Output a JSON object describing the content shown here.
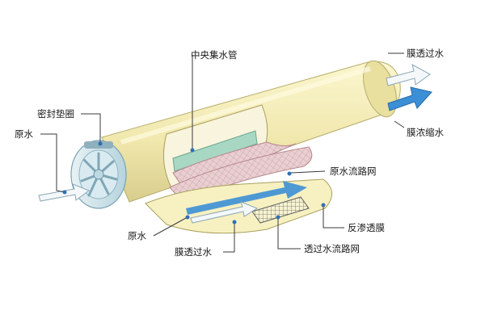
{
  "labels": {
    "central_tube": "中央集水管",
    "membrane_permeate_top": "膜透过水",
    "sealing_ring": "密封垫圈",
    "membrane_concentrate": "膜浓缩水",
    "feed_water_left": "原水",
    "feed_spacer": "原水流路网",
    "feed_water_bottom": "原水",
    "ro_membrane": "反渗透膜",
    "membrane_permeate_bottom": "膜透过水",
    "permeate_spacer": "透过水流路网"
  },
  "colors": {
    "shell": "#f3ecb6",
    "shell_shade": "#dcd293",
    "spacer": "#e4c6c8",
    "tube": "#a8d8c4",
    "cap": "#cfe3ea",
    "arrow_blue": "#3b8fd6",
    "arrow_white": "#f4f8fb",
    "marker": "#2f6fb4"
  },
  "icons": [
    "feed-arrow-icon",
    "permeate-arrow-icon",
    "concentrate-arrow-icon"
  ]
}
